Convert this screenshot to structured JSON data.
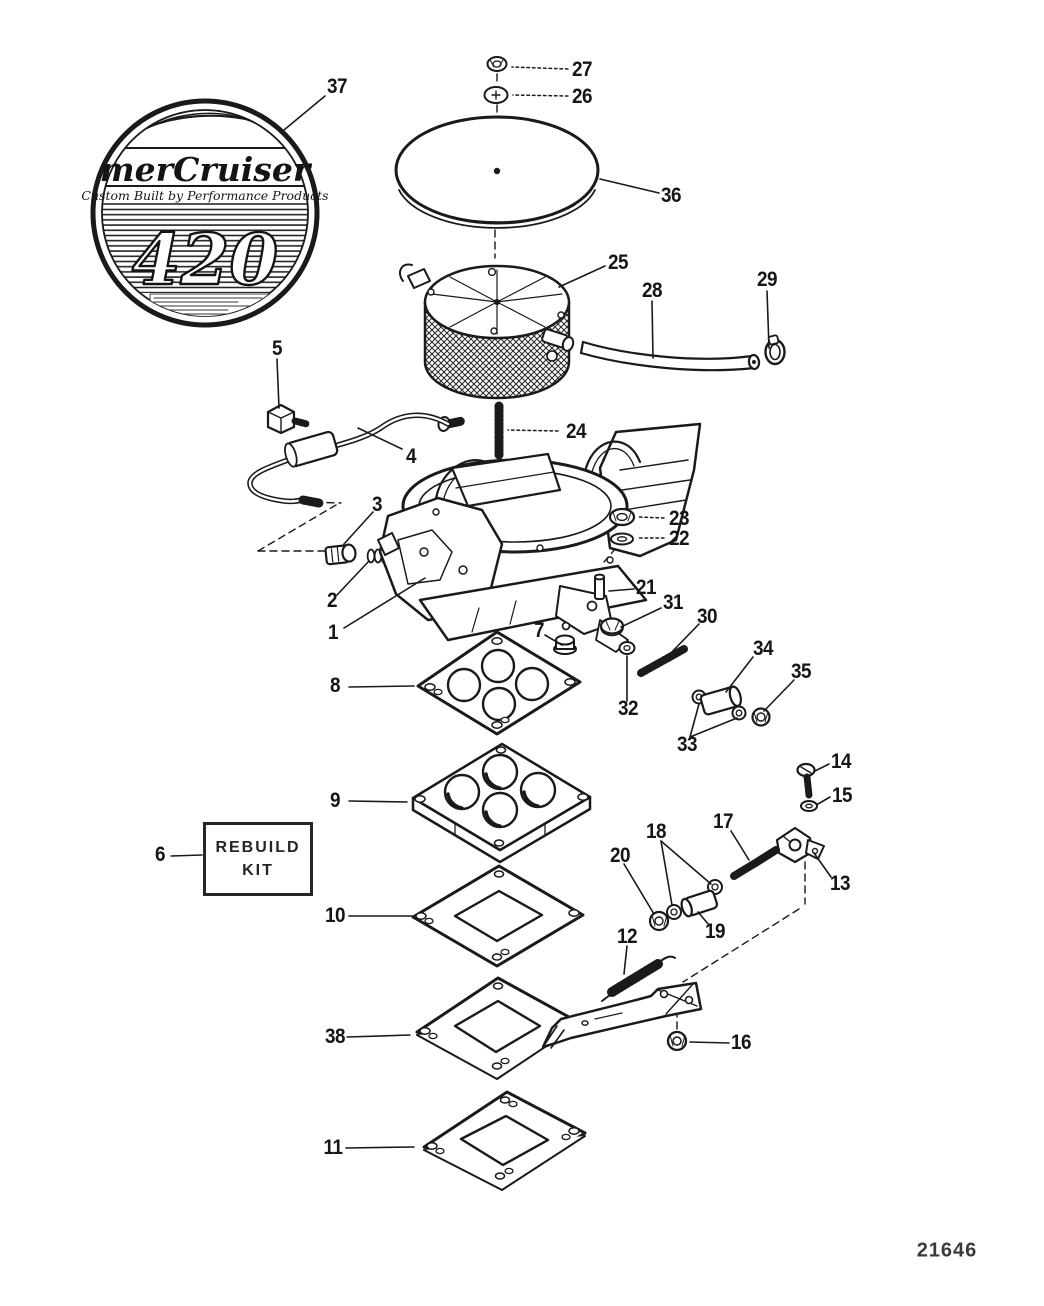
{
  "figure": {
    "drawing_number": "21646"
  },
  "logo": {
    "brand": "merCruiser",
    "tagline": "Custom Built by Performance Products",
    "model": "420"
  },
  "rebuild_kit": {
    "line1": "REBUILD",
    "line2": "KIT"
  },
  "callouts": {
    "c1": "1",
    "c2": "2",
    "c3": "3",
    "c4": "4",
    "c5": "5",
    "c6": "6",
    "c7": "7",
    "c8": "8",
    "c9": "9",
    "c10": "10",
    "c11": "11",
    "c12": "12",
    "c13": "13",
    "c14": "14",
    "c15": "15",
    "c16": "16",
    "c17": "17",
    "c18": "18",
    "c19": "19",
    "c20": "20",
    "c21": "21",
    "c22": "22",
    "c23": "23",
    "c24": "24",
    "c25": "25",
    "c26": "26",
    "c27": "27",
    "c28": "28",
    "c29": "29",
    "c30": "30",
    "c31": "31",
    "c32": "32",
    "c33": "33",
    "c34": "34",
    "c35": "35",
    "c36": "36",
    "c37": "37",
    "c38": "38"
  }
}
